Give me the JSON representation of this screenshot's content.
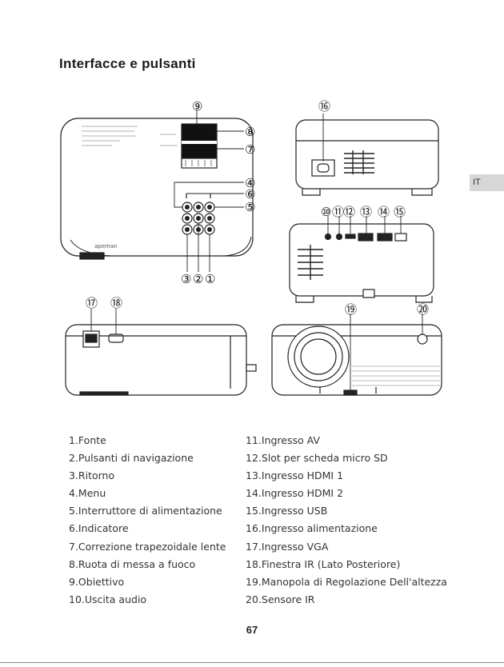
{
  "page": {
    "title": "Interfacce e pulsanti",
    "language_tab": "IT",
    "page_number": "67"
  },
  "callouts": {
    "n1": "①",
    "n2": "②",
    "n3": "③",
    "n4": "④",
    "n5": "⑤",
    "n6": "⑥",
    "n7": "⑦",
    "n8": "⑧",
    "n9": "⑨",
    "n10": "⑩",
    "n11": "⑪",
    "n12": "⑫",
    "n13": "⑬",
    "n14": "⑭",
    "n15": "⑮",
    "n16": "⑯",
    "n17": "⑰",
    "n18": "⑱",
    "n19": "⑲",
    "n20": "⑳"
  },
  "device": {
    "brand": "apeman"
  },
  "legend_left": [
    "1.Fonte",
    "2.Pulsanti di navigazione",
    "3.Ritorno",
    "4.Menu",
    "5.Interruttore di alimentazione",
    "6.Indicatore",
    "7.Correzione trapezoidale lente",
    "8.Ruota di messa a fuoco",
    "9.Obiettivo",
    "10.Uscita audio"
  ],
  "legend_right": [
    "11.Ingresso AV",
    "12.Slot per scheda micro SD",
    "13.Ingresso HDMI 1",
    "14.Ingresso HDMI 2",
    "15.Ingresso USB",
    "16.Ingresso alimentazione",
    "17.Ingresso VGA",
    "18.Finestra IR (Lato Posteriore)",
    "19.Manopola di Regolazione Dell'altezza",
    "20.Sensore IR"
  ]
}
